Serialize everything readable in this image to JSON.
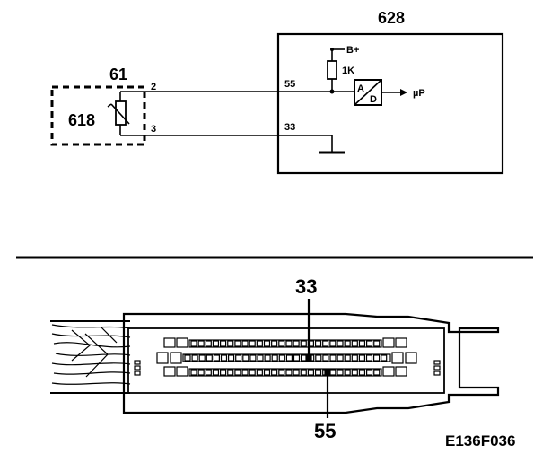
{
  "diagram": {
    "ecu_label": "628",
    "connector_label": "61",
    "sensor_label": "618",
    "pin_2": "2",
    "pin_3": "3",
    "ecu_pin_55": "55",
    "ecu_pin_33": "33",
    "supply_label": "B+",
    "resistor_label": "1K",
    "converter_top": "A",
    "converter_bottom": "D",
    "output_label": "µP"
  },
  "connector_view": {
    "pin_callout_top": "33",
    "pin_callout_bottom": "55"
  },
  "figure_code": "E136F036"
}
